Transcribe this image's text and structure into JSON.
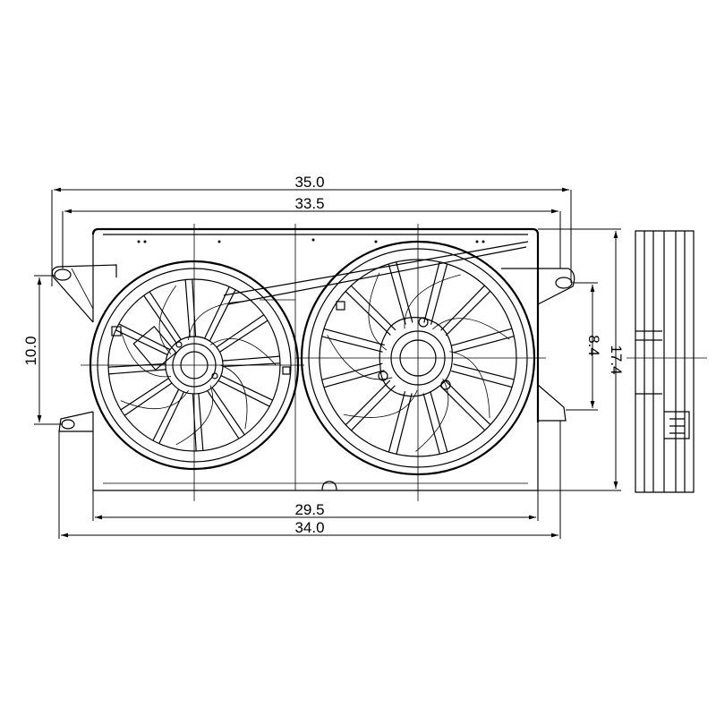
{
  "dimensions": {
    "overall_width_top": "35.0",
    "shroud_width_top": "33.5",
    "frame_width_bottom": "29.5",
    "overall_width_bottom": "34.0",
    "left_mount_height": "10.0",
    "right_mount_height": "8.4",
    "overall_height": "17.4"
  },
  "colors": {
    "line": "#000000",
    "background": "#ffffff"
  }
}
